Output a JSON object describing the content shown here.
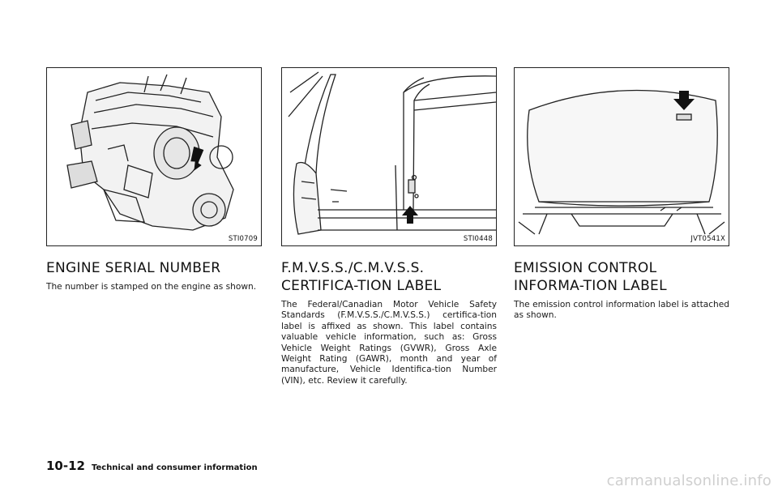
{
  "sections": [
    {
      "figure_code": "STI0709",
      "heading": "ENGINE SERIAL NUMBER",
      "body": "The number is stamped on the engine as shown."
    },
    {
      "figure_code": "STI0448",
      "heading": "F.M.V.S.S./C.M.V.S.S. CERTIFICA-TION LABEL",
      "body": "The Federal/Canadian Motor Vehicle Safety Standards (F.M.V.S.S./C.M.V.S.S.) certifica-tion label is affixed as shown. This label contains valuable vehicle information, such as: Gross Vehicle Weight Ratings (GVWR), Gross Axle Weight Rating (GAWR), month and year of manufacture, Vehicle Identifica-tion Number (VIN), etc. Review it carefully."
    },
    {
      "figure_code": "JVT0541X",
      "heading": "EMISSION CONTROL INFORMA-TION LABEL",
      "body": "The emission control information label is attached as shown."
    }
  ],
  "footer": {
    "page_number": "10-12",
    "chapter_title": "Technical and consumer information"
  },
  "watermark": "carmanualsonline.info"
}
